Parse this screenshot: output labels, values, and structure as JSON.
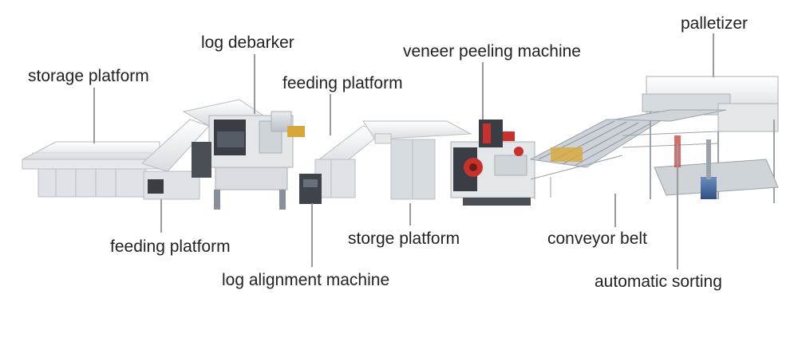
{
  "labels": {
    "storage_platform": "storage platform",
    "log_debarker": "log debarker",
    "feeding_platform_top": "feeding platform",
    "veneer_peeling_machine": "veneer peeling machine",
    "palletizer": "palletizer",
    "feeding_platform_bottom": "feeding platform",
    "log_alignment_machine": "log alignment machine",
    "storge_platform": "storge platform",
    "conveyor_belt": "conveyor belt",
    "automatic_sorting": "automatic sorting"
  },
  "colors": {
    "frame_white": "#f2f4f6",
    "frame_shadow": "#c9ced3",
    "steel_blue": "#4a6fa0",
    "dark_metal": "#3a3e44",
    "motor_red": "#c8312c",
    "leader_gray": "#9a9a9a"
  }
}
